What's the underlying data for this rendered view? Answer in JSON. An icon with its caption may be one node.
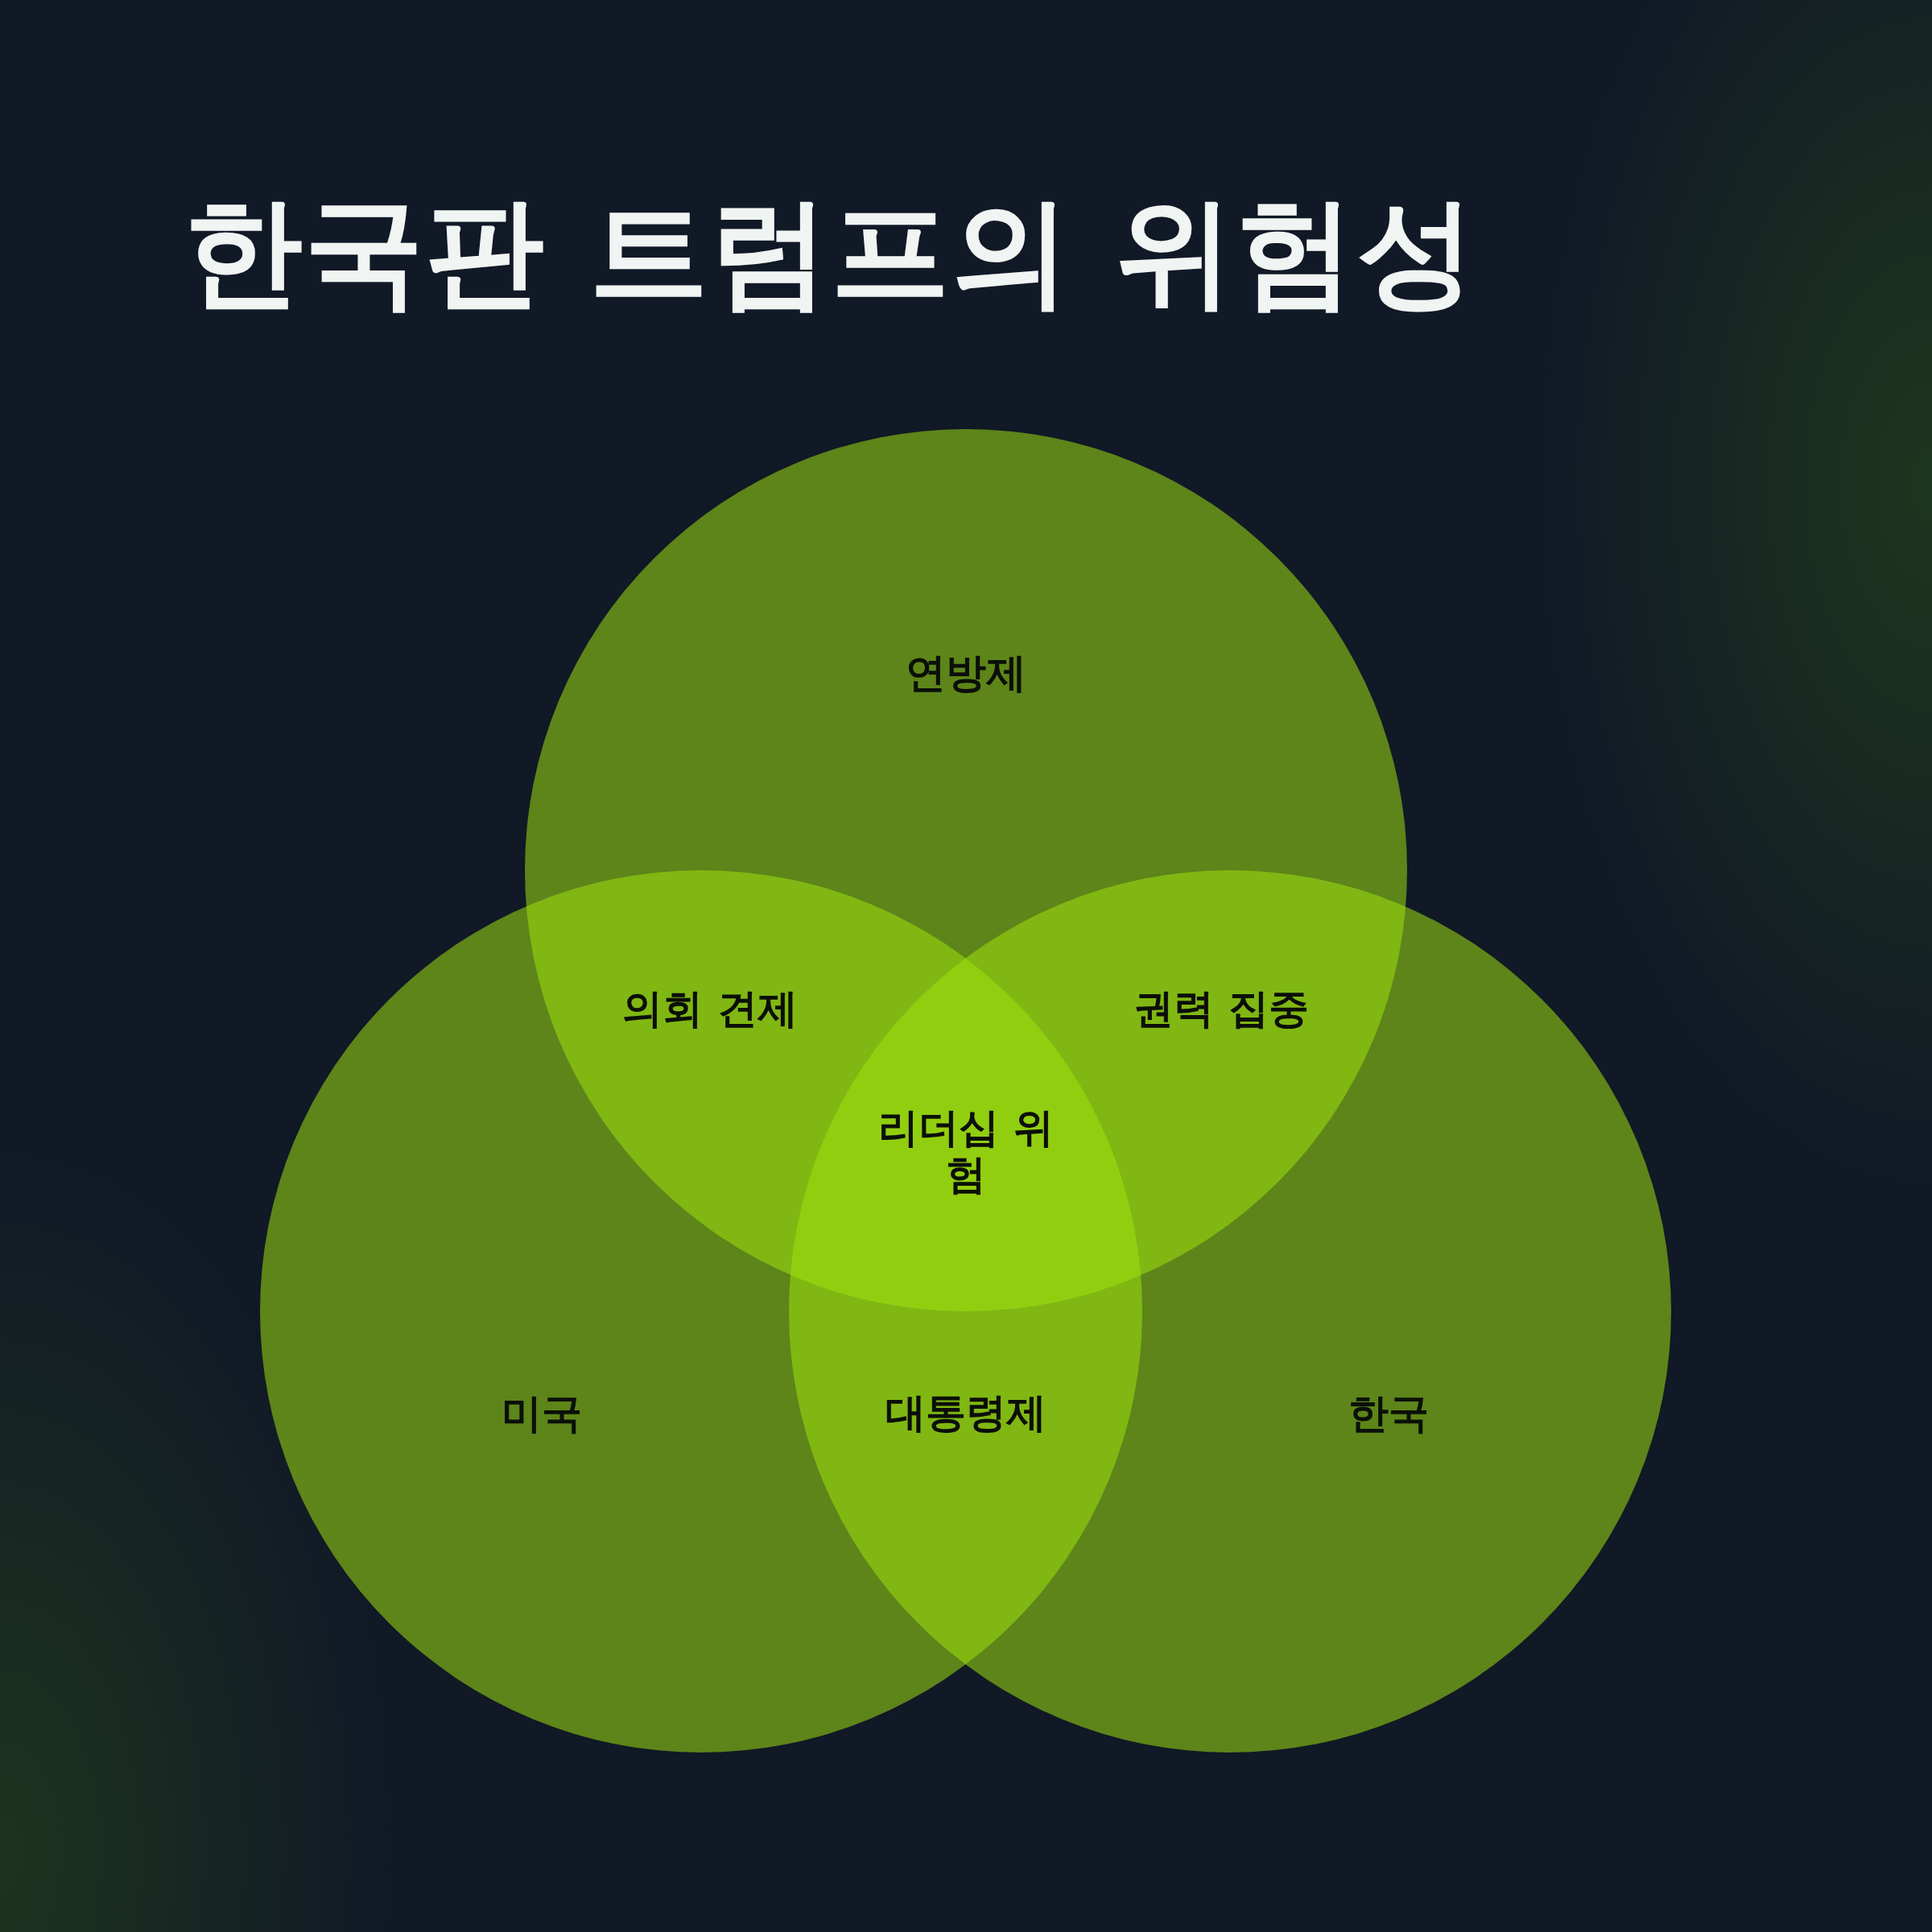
{
  "diagram": {
    "title": "한국판 트럼프의 위험성",
    "nodes": [
      {
        "text": [
          "연방제"
        ]
      },
      {
        "text": [
          "미국"
        ]
      },
      {
        "text": [
          "한국"
        ]
      }
    ],
    "labels": [
      "의회 견제",
      "권력 집중",
      "리더십 위험",
      "대통령제"
    ]
  }
}
